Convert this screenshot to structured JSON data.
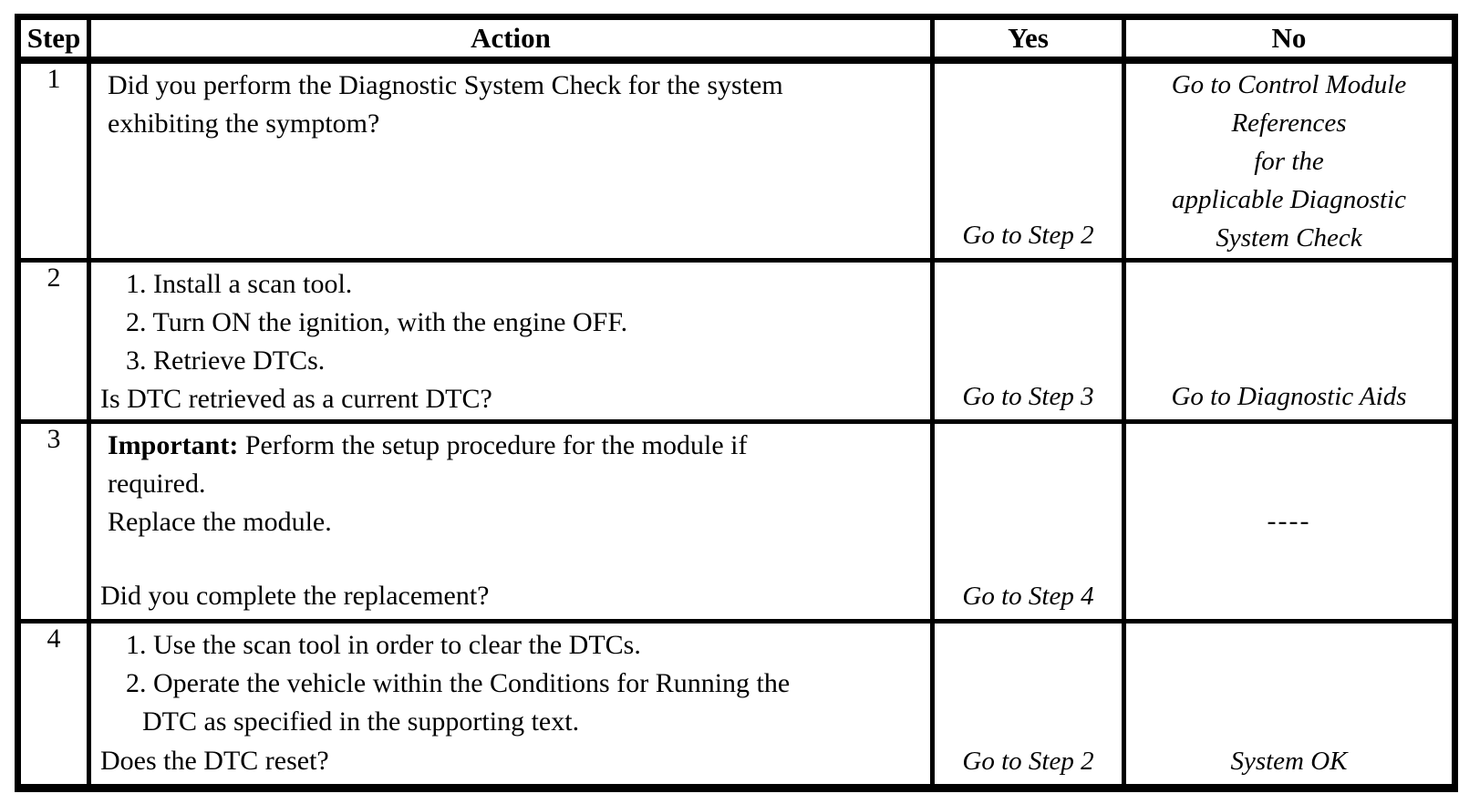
{
  "header": {
    "step": "Step",
    "action": "Action",
    "yes": "Yes",
    "no": "No"
  },
  "rows": {
    "r1": {
      "step": "1",
      "line1": "Did you perform the Diagnostic System Check for the system",
      "line2": "exhibiting the symptom?",
      "yes": "Go to Step 2",
      "no1": "Go to Control Module",
      "no2": "References",
      "no3": "for the",
      "no4": "applicable Diagnostic",
      "no5": "System Check"
    },
    "r2": {
      "step": "2",
      "item1": "1. Install a scan tool.",
      "item2": "2. Turn ON the ignition, with the engine OFF.",
      "item3": "3. Retrieve DTCs.",
      "question": "Is DTC retrieved as a current DTC?",
      "yes": "Go to Step 3",
      "no": "Go to Diagnostic Aids"
    },
    "r3": {
      "step": "3",
      "important_label": "Important:",
      "important_rest": " Perform the setup procedure for the module if",
      "line2": "required.",
      "line3": "Replace the module.",
      "question": "Did you complete the replacement?",
      "yes": "Go to Step 4",
      "no": "----"
    },
    "r4": {
      "step": "4",
      "item1": "1. Use the scan tool in order to clear the DTCs.",
      "item2": "2. Operate the vehicle within the Conditions for Running the",
      "item2_cont": "DTC as specified in the supporting text.",
      "question": "Does the DTC reset?",
      "yes": "Go to Step 2",
      "no": "System OK"
    }
  }
}
